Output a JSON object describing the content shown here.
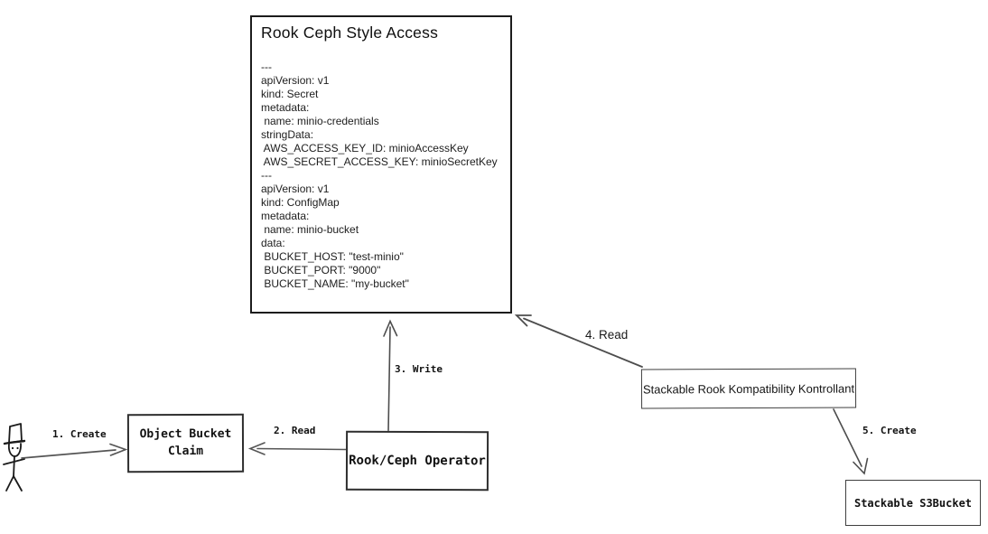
{
  "diagram": {
    "spec_box": {
      "title": "Rook Ceph Style Access",
      "yaml_lines": [
        "---",
        "apiVersion: v1",
        "kind: Secret",
        "metadata:",
        " name: minio-credentials",
        "stringData:",
        " AWS_ACCESS_KEY_ID: minioAccessKey",
        " AWS_SECRET_ACCESS_KEY: minioSecretKey",
        "---",
        "apiVersion: v1",
        "kind: ConfigMap",
        "metadata:",
        " name: minio-bucket",
        "data:",
        " BUCKET_HOST: \"test-minio\"",
        " BUCKET_PORT: \"9000\"",
        " BUCKET_NAME: \"my-bucket\""
      ]
    },
    "nodes": {
      "user": {
        "type": "stick-figure-actor"
      },
      "object_bucket_claim": {
        "label": [
          "Object Bucket",
          "Claim"
        ]
      },
      "rook_ceph_operator": {
        "label": "Rook/Ceph Operator"
      },
      "stackable_rook_kompatibility_kontrollant": {
        "label": "Stackable Rook Kompatibility Kontrollant"
      },
      "stackable_s3bucket": {
        "label": "Stackable S3Bucket"
      }
    },
    "arrows": [
      {
        "label": "1. Create",
        "from": "user",
        "to": "object_bucket_claim"
      },
      {
        "label": "2. Read",
        "from": "rook_ceph_operator",
        "to": "object_bucket_claim"
      },
      {
        "label": "3. Write",
        "from": "rook_ceph_operator",
        "to": "spec_box"
      },
      {
        "label": "4. Read",
        "from": "stackable_rook_kompatibility_kontrollant",
        "to": "spec_box"
      },
      {
        "label": "5. Create",
        "from": "stackable_rook_kompatibility_kontrollant",
        "to": "stackable_s3bucket"
      }
    ],
    "colors": {
      "ink": "#1a1a1a",
      "connector": "#555555",
      "background": "#ffffff"
    }
  }
}
